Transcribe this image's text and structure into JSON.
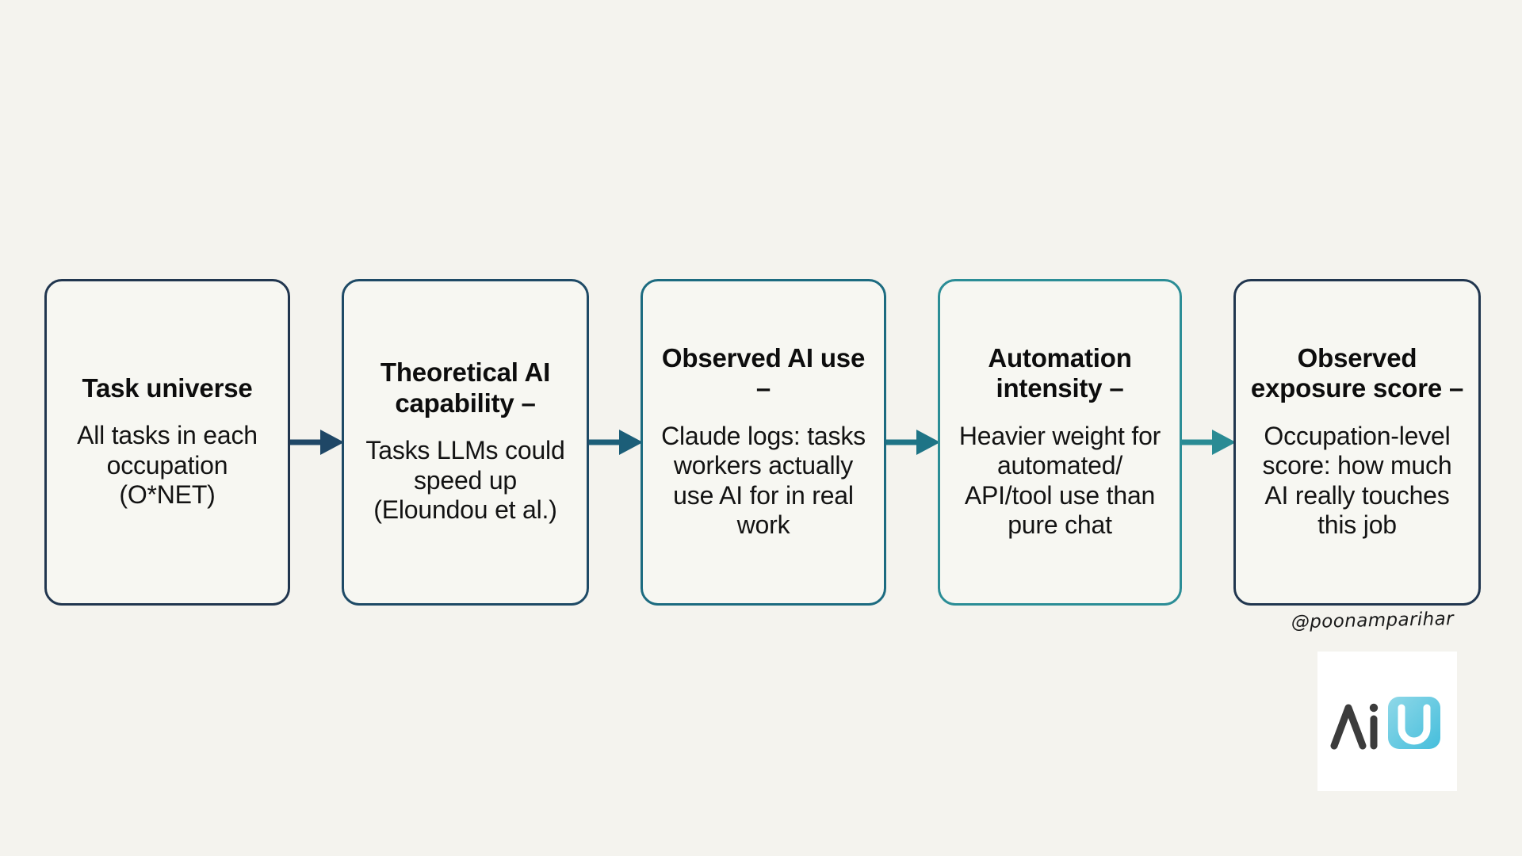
{
  "canvas": {
    "background_color": "#F4F3EE",
    "node_fill_color": "#F7F7F2"
  },
  "diagram": {
    "type": "horizontal-flow",
    "node_count": 5,
    "arrow_count": 4,
    "nodes": [
      {
        "id": "task-universe",
        "title": "Task universe",
        "body": "All tasks in each occupation (O*NET)",
        "border_color": "#21364F"
      },
      {
        "id": "theoretical-ai-capability",
        "title": "Theoretical AI capability –",
        "body": "Tasks LLMs could speed up (Eloundou et al.)",
        "border_color": "#1E4A66"
      },
      {
        "id": "observed-ai-use",
        "title": "Observed AI use –",
        "body": "Claude logs: tasks workers actually use AI for in real work",
        "border_color": "#1C6B80"
      },
      {
        "id": "automation-intensity",
        "title": "Automation intensity –",
        "body": "Heavier weight for automated/ API/tool use than pure chat",
        "border_color": "#2B8D96"
      },
      {
        "id": "observed-exposure-score",
        "title": "Observed exposure score –",
        "body": "Occupation-level score: how much AI really touches this job",
        "border_color": "#21364F"
      }
    ],
    "arrows": [
      {
        "id": "arrow-1",
        "color": "#1F4766"
      },
      {
        "id": "arrow-2",
        "color": "#1C5E78"
      },
      {
        "id": "arrow-3",
        "color": "#1E7486"
      },
      {
        "id": "arrow-4",
        "color": "#2A8B94"
      }
    ]
  },
  "watermark": {
    "handle": "@poonamparihar"
  },
  "logo": {
    "text_a": "A",
    "text_i": "i",
    "text_u": "U",
    "dark_color": "#3C3C3C",
    "accent_color": "#57C5DE",
    "card_color": "#FFFFFF"
  }
}
